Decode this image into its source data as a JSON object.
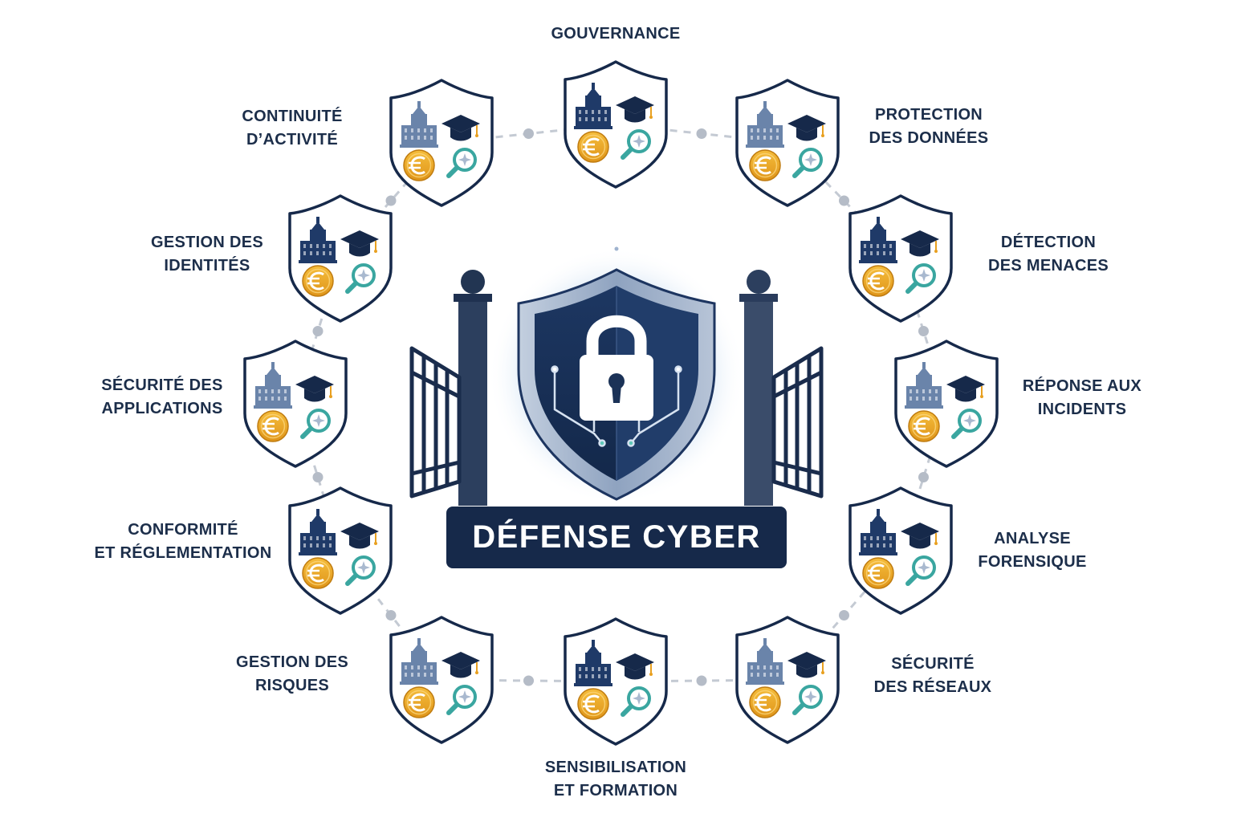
{
  "title": "DÉFENSE CYBER",
  "colors": {
    "navy": "#16294a",
    "navy_mid": "#2c4a7a",
    "slate_blue": "#6a84aa",
    "gold": "#e8a020",
    "teal": "#3aa6a0",
    "connector": "#c4cad3",
    "glow": "#dbe8f6"
  },
  "modules": [
    {
      "id": "gouvernance",
      "lines": [
        "GOUVERNANCE"
      ],
      "icons": [
        "building-icon",
        "graduation-cap-icon",
        "euro-coin-icon",
        "magnifier-icon"
      ]
    },
    {
      "id": "protection-donnees",
      "lines": [
        "PROTECTION",
        "DES DONNÉES"
      ],
      "icons": [
        "building-icon",
        "graduation-cap-icon",
        "euro-coin-icon",
        "magnifier-icon"
      ]
    },
    {
      "id": "detection-menaces",
      "lines": [
        "DÉTECTION",
        "DES MENACES"
      ],
      "icons": [
        "building-icon",
        "graduation-cap-icon",
        "euro-coin-icon",
        "magnifier-icon"
      ]
    },
    {
      "id": "reponse-incidents",
      "lines": [
        "RÉPONSE AUX",
        "INCIDENTS"
      ],
      "icons": [
        "building-icon",
        "graduation-cap-icon",
        "euro-coin-icon",
        "magnifier-icon"
      ]
    },
    {
      "id": "analyse-forensique",
      "lines": [
        "ANALYSE",
        "FORENSIQUE"
      ],
      "icons": [
        "building-icon",
        "graduation-cap-icon",
        "euro-coin-icon",
        "magnifier-icon"
      ]
    },
    {
      "id": "securite-reseaux",
      "lines": [
        "SÉCURITÉ",
        "DES RÉSEAUX"
      ],
      "icons": [
        "building-icon",
        "graduation-cap-icon",
        "euro-coin-icon",
        "magnifier-icon"
      ]
    },
    {
      "id": "sensibilisation-formation",
      "lines": [
        "SENSIBILISATION",
        "ET FORMATION"
      ],
      "icons": [
        "building-icon",
        "graduation-cap-icon",
        "euro-coin-icon",
        "magnifier-icon"
      ]
    },
    {
      "id": "gestion-risques",
      "lines": [
        "GESTION DES",
        "RISQUES"
      ],
      "icons": [
        "building-icon",
        "graduation-cap-icon",
        "euro-coin-icon",
        "magnifier-icon"
      ]
    },
    {
      "id": "conformite-reglementation",
      "lines": [
        "CONFORMITÉ",
        "ET RÉGLEMENTATION"
      ],
      "icons": [
        "building-icon",
        "graduation-cap-icon",
        "euro-coin-icon",
        "magnifier-icon"
      ]
    },
    {
      "id": "securite-applications",
      "lines": [
        "SÉCURITÉ DES",
        "APPLICATIONS"
      ],
      "icons": [
        "building-icon",
        "graduation-cap-icon",
        "euro-coin-icon",
        "magnifier-icon"
      ]
    },
    {
      "id": "gestion-identites",
      "lines": [
        "GESTION DES",
        "IDENTITÉS"
      ],
      "icons": [
        "building-icon",
        "graduation-cap-icon",
        "euro-coin-icon",
        "magnifier-icon"
      ]
    },
    {
      "id": "continuite-activite",
      "lines": [
        "CONTINUITÉ",
        "D’ACTIVITÉ"
      ],
      "icons": [
        "building-icon",
        "graduation-cap-icon",
        "euro-coin-icon",
        "magnifier-icon"
      ]
    }
  ]
}
